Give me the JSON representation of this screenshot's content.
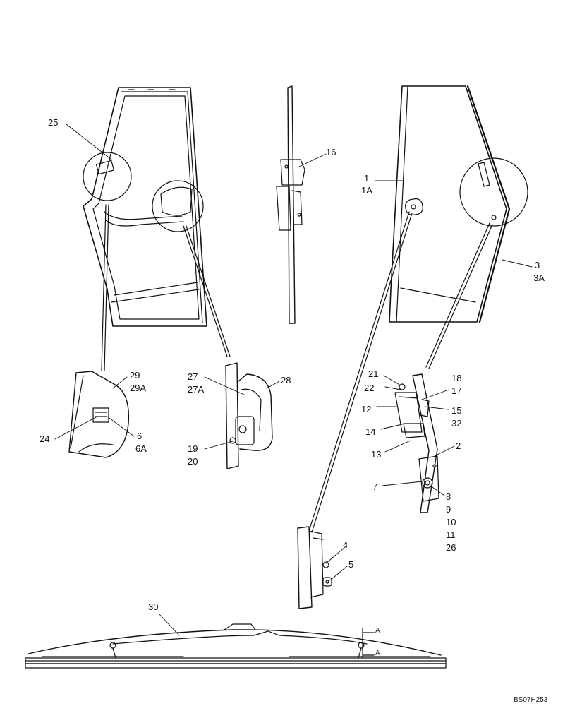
{
  "labels": {
    "l1": "1",
    "l1a": "1A",
    "l2": "2",
    "l3": "3",
    "l3a": "3A",
    "l4": "4",
    "l5": "5",
    "l6": "6",
    "l6a": "6A",
    "l7": "7",
    "l8": "8",
    "l9": "9",
    "l10": "10",
    "l11": "11",
    "l12": "12",
    "l13": "13",
    "l14": "14",
    "l15": "15",
    "l16": "16",
    "l17": "17",
    "l18": "18",
    "l19": "19",
    "l20": "20",
    "l21": "21",
    "l22": "22",
    "l24": "24",
    "l25": "25",
    "l26": "26",
    "l27": "27",
    "l27a": "27A",
    "l28": "28",
    "l29": "29",
    "l29a": "29A",
    "l30": "30",
    "l32": "32"
  },
  "section_marks": {
    "upper": "A",
    "lower": "A"
  },
  "drawing_code": "BS07H253"
}
